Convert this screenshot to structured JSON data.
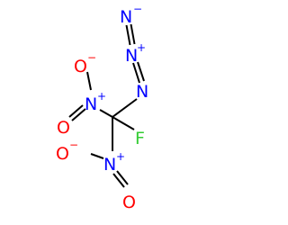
{
  "molecule": {
    "atoms": [
      {
        "id": "n-terminal",
        "label": "N",
        "charge": "−",
        "color": "#0000ff"
      },
      {
        "id": "n-middle",
        "label": "N",
        "charge": "+",
        "color": "#0000ff"
      },
      {
        "id": "n-azide",
        "label": "N",
        "charge": "",
        "color": "#0000ff"
      },
      {
        "id": "o-nitro1-single",
        "label": "O",
        "charge": "−",
        "color": "#ff0000"
      },
      {
        "id": "n-nitro1",
        "label": "N",
        "charge": "+",
        "color": "#0000ff"
      },
      {
        "id": "o-nitro1-double",
        "label": "O",
        "charge": "",
        "color": "#ff0000"
      },
      {
        "id": "fluorine",
        "label": "F",
        "charge": "",
        "color": "#33cc33"
      },
      {
        "id": "n-nitro2",
        "label": "N",
        "charge": "+",
        "color": "#0000ff"
      },
      {
        "id": "o-nitro2-single",
        "label": "O",
        "charge": "−",
        "color": "#ff0000"
      },
      {
        "id": "o-nitro2-double",
        "label": "O",
        "charge": "",
        "color": "#ff0000"
      }
    ],
    "bond_color": "#000000"
  }
}
